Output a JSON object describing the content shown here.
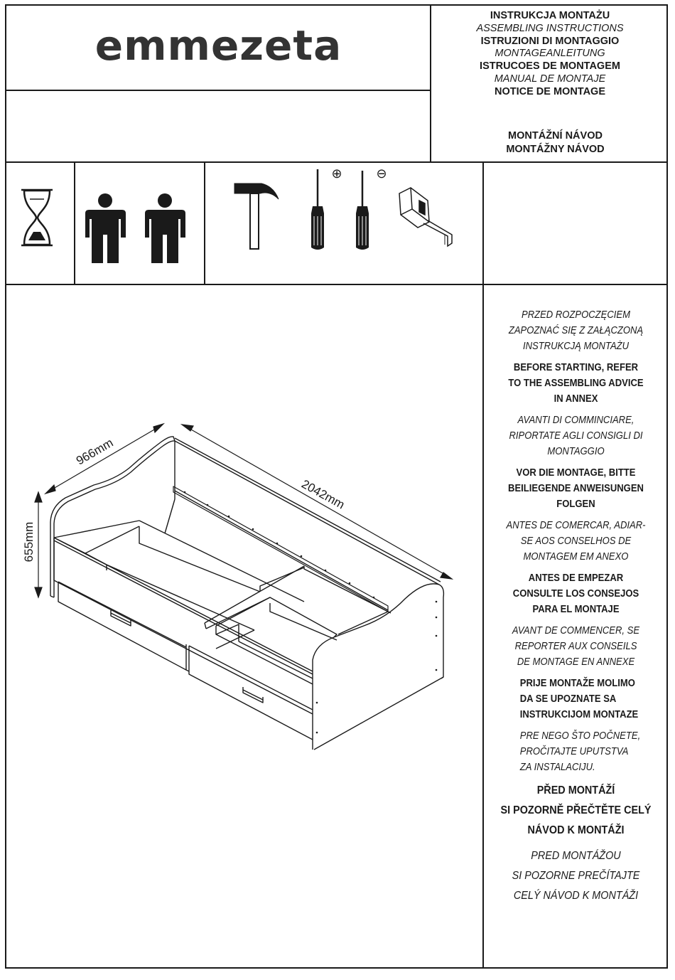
{
  "brand": {
    "logo": "emmezeta"
  },
  "header_titles": [
    {
      "text": "INSTRUKCJA MONTAŻU",
      "style": "b"
    },
    {
      "text": "ASSEMBLING INSTRUCTIONS",
      "style": "i"
    },
    {
      "text": "ISTRUZIONI DI MONTAGGIO",
      "style": "b"
    },
    {
      "text": "MONTAGEANLEITUNG",
      "style": "i"
    },
    {
      "text": "ISTRUCOES DE MONTAGEM",
      "style": "b"
    },
    {
      "text": "MANUAL DE MONTAJE",
      "style": "i"
    },
    {
      "text": "NOTICE DE MONTAGE",
      "style": "b"
    }
  ],
  "header_titles_2": [
    {
      "text": "MONTÁŽNÍ NÁVOD"
    },
    {
      "text": "MONTÁŽNY NÁVOD"
    }
  ],
  "icons": {
    "time": "hourglass-icon",
    "people": "two-persons-icon",
    "hammer": "hammer-icon",
    "screwdriver_plus": "phillips-screwdriver-icon",
    "screwdriver_minus": "flat-screwdriver-icon",
    "tape": "tape-measure-icon",
    "plus_symbol": "⊕",
    "minus_symbol": "⊖"
  },
  "dimensions": {
    "width": "966mm",
    "length": "2042mm",
    "height": "655mm"
  },
  "notes": [
    {
      "lines": [
        "PRZED ROZPOCZĘCIEM",
        "ZAPOZNAĆ SIĘ Z ZAŁĄCZONĄ",
        "INSTRUKCJĄ MONTAŻU"
      ],
      "style": "i"
    },
    {
      "lines": [
        "BEFORE STARTING, REFER",
        "TO THE ASSEMBLING ADVICE",
        "IN ANNEX"
      ],
      "style": "b"
    },
    {
      "lines": [
        "AVANTI DI COMMINCIARE,",
        "RIPORTATE AGLI CONSIGLI DI",
        "MONTAGGIO"
      ],
      "style": "i"
    },
    {
      "lines": [
        "VOR DIE MONTAGE, BITTE",
        "BEILIEGENDE ANWEISUNGEN",
        "FOLGEN"
      ],
      "style": "b"
    },
    {
      "lines": [
        "ANTES DE COMERCAR, ADIAR-",
        "SE AOS CONSELHOS DE",
        "MONTAGEM EM ANEXO"
      ],
      "style": "i"
    },
    {
      "lines": [
        "ANTES DE EMPEZAR",
        "CONSULTE LOS CONSEJOS",
        "PARA EL MONTAJE"
      ],
      "style": "b"
    },
    {
      "lines": [
        "AVANT DE COMMENCER, SE",
        "REPORTER AUX CONSEILS",
        "DE MONTAGE EN ANNEXE"
      ],
      "style": "i"
    },
    {
      "lines": [
        "PRIJE MONTAŽE MOLIMO",
        "DA SE UPOZNATE SA",
        "INSTRUKCIJOM MONTAZE"
      ],
      "style": "b left"
    },
    {
      "lines": [
        "PRE NEGO ŠTO POČNETE,",
        "PROČITAJTE UPUTSTVA",
        "ZA INSTALACIJU."
      ],
      "style": "i left"
    },
    {
      "lines": [
        "PŘED MONTÁŽÍ",
        "SI POZORNĚ PŘEČTĚTE CELÝ",
        "NÁVOD K MONTÁŽI"
      ],
      "style": "b big"
    },
    {
      "lines": [
        "PRED MONTÁŽOU",
        "SI POZORNE PREČÍTAJTE",
        "CELÝ NÁVOD K MONTÁŽI"
      ],
      "style": "i big"
    }
  ]
}
